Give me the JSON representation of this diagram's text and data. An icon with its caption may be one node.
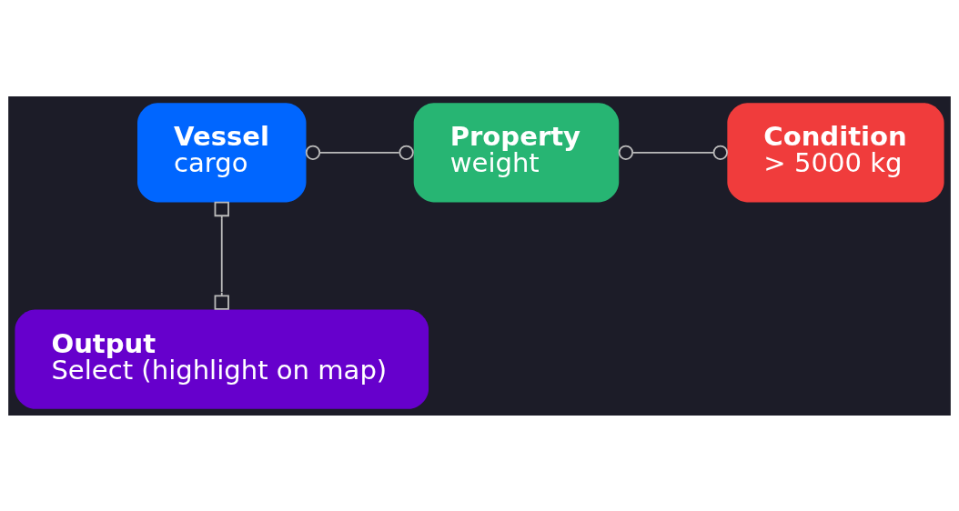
{
  "diagram": {
    "nodes": [
      {
        "text": [
          "Vessel",
          "cargo"
        ]
      },
      {
        "text": [
          "Property",
          "weight"
        ]
      },
      {
        "text": [
          "Condition",
          "> 5000 kg"
        ]
      },
      {
        "text": [
          "Output",
          "Select (highlight on map)"
        ]
      }
    ],
    "edges": [
      {
        "from": 0,
        "to": 1,
        "arrow": "other"
      },
      {
        "from": 1,
        "to": 2,
        "arrow": "other"
      },
      {
        "from": 0,
        "to": 3,
        "arrow": "other"
      }
    ]
  }
}
